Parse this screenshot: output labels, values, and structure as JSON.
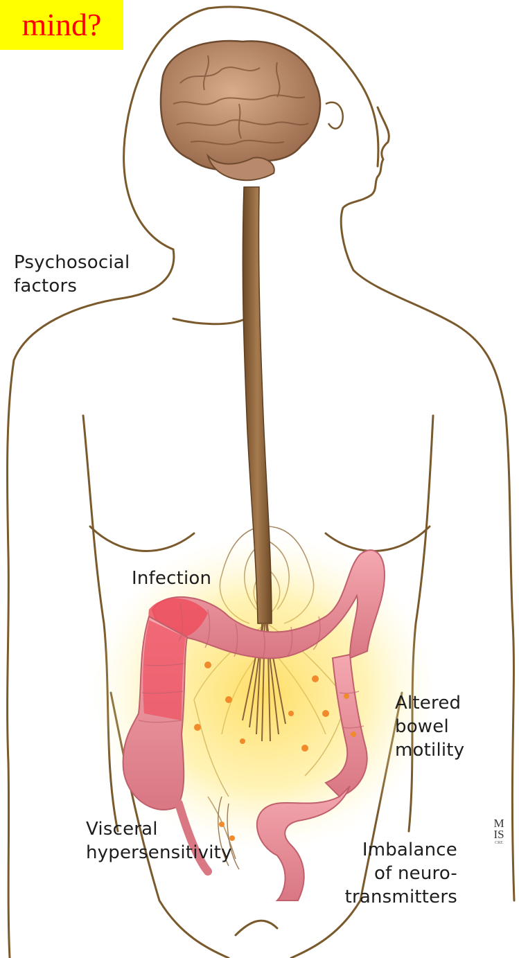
{
  "title": "mind?",
  "labels": {
    "psychosocial": "Psychosocial\nfactors",
    "infection": "Infection",
    "altered": "Altered\nbowel\nmotility",
    "visceral": "Visceral\nhypersensitivity",
    "imbalance": "Imbalance\nof neuro-\ntransmitters"
  },
  "logo": {
    "line1": "M",
    "line2": "IS",
    "line3": "CRE"
  },
  "colors": {
    "body_outline": "#7a5a2c",
    "brain": "#b9896a",
    "spine": "#8c6239",
    "colon": "#e88f99",
    "inflamed": "#ef4f5e",
    "glow": "#ffd84a",
    "title_bg": "#ffff00",
    "title_text": "#ff0000"
  }
}
